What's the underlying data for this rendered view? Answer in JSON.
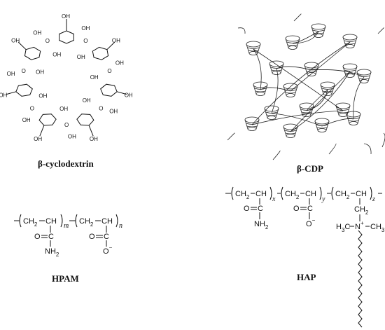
{
  "labels": {
    "cyclodextrin": "β-cyclodextrin",
    "cdp": "β-CDP",
    "hpam": "HPAM",
    "hap": "HAP"
  },
  "ring": {
    "hydroxyl": "OH",
    "oxygen": "O"
  },
  "hpam": {
    "backbone_a": "CH",
    "backbone_b": "CH",
    "ch2_a": "CH",
    "ch2_b": "CH",
    "sub2": "2",
    "sub_m": "m",
    "sub_n": "n",
    "amide_o": "O",
    "amide_c": "C",
    "amide_n": "NH",
    "acid_o": "O",
    "acid_c": "C",
    "acid_om": "O",
    "minus": "−"
  },
  "hap": {
    "sub_x": "x",
    "sub_y": "y",
    "sub_z": "z",
    "nplus": "N",
    "plus": "+",
    "methyl_l": "H",
    "methyl_r": "CH",
    "three": "3"
  },
  "colors": {
    "ink": "#111111",
    "background": "#ffffff"
  }
}
